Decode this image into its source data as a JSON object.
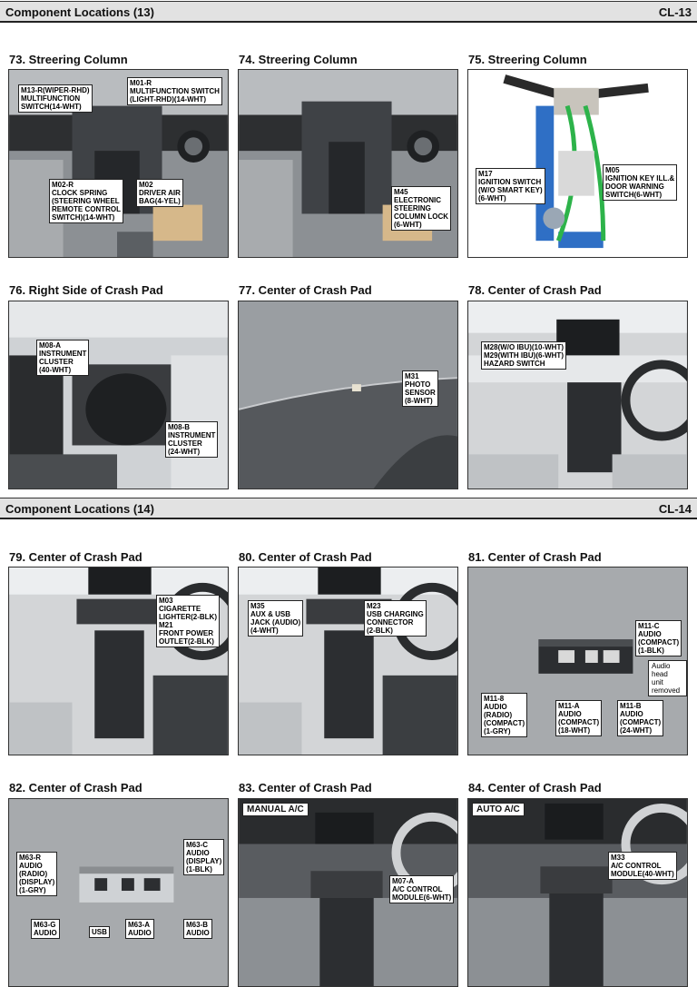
{
  "sections": [
    {
      "title": "Component Locations (13)",
      "code": "CL-13"
    },
    {
      "title": "Component Locations (14)",
      "code": "CL-14"
    }
  ],
  "panels": [
    {
      "title": "73. Streering Column",
      "labels": [
        "M13-R(WIPER-RHD)\nMULTIFUNCTION\nSWITCH(14-WHT)",
        "M01-R\nMULTIFUNCTION SWITCH\n(LIGHT-RHD)(14-WHT)",
        "M02-R\nCLOCK SPRING\n(STEERING WHEEL\nREMOTE CONTROL\nSWITCH)(14-WHT)",
        "M02\nDRIVER AIR\nBAG(4-YEL)"
      ]
    },
    {
      "title": "74. Streering Column",
      "labels": [
        "M45\nELECTRONIC\nSTEERING\nCOLUMN LOCK\n(6-WHT)"
      ]
    },
    {
      "title": "75. Streering Column",
      "labels": [
        "M17\nIGNITION SWITCH\n(W/O SMART KEY)\n(6-WHT)",
        "M05\nIGNITION KEY ILL.&\nDOOR WARNING\nSWITCH(6-WHT)"
      ]
    },
    {
      "title": "76. Right Side of Crash Pad",
      "labels": [
        "M08-A\nINSTRUMENT\nCLUSTER\n(40-WHT)",
        "M08-B\nINSTRUMENT\nCLUSTER\n(24-WHT)"
      ]
    },
    {
      "title": "77. Center of Crash Pad",
      "labels": [
        "M31\nPHOTO\nSENSOR\n(8-WHT)"
      ]
    },
    {
      "title": "78. Center of Crash Pad",
      "labels": [
        "M28(W/O IBU)(10-WHT)\nM29(WITH IBU)(6-WHT)\nHAZARD SWITCH"
      ]
    },
    {
      "title": "79. Center of Crash Pad",
      "labels": [
        "M03\nCIGARETTE\nLIGHTER(2-BLK)\nM21\nFRONT POWER\nOUTLET(2-BLK)"
      ]
    },
    {
      "title": "80. Center of Crash Pad",
      "labels": [
        "M35\nAUX & USB\nJACK (AUDIO)\n(4-WHT)",
        "M23\nUSB CHARGING\nCONNECTOR\n(2-BLK)"
      ]
    },
    {
      "title": "81. Center of Crash Pad",
      "labels": [
        "M11-C\nAUDIO\n(COMPACT)\n(1-BLK)",
        "M11-8\nAUDIO\n(RADIO)\n(COMPACT)\n(1-GRY)",
        "M11-A\nAUDIO\n(COMPACT)\n(18-WHT)",
        "M11-B\nAUDIO\n(COMPACT)\n(24-WHT)"
      ],
      "note": "Audio head\nunit removed"
    },
    {
      "title": "82. Center of Crash Pad",
      "labels": [
        "M63-R\nAUDIO\n(RADIO)\n(DISPLAY)\n(1-GRY)",
        "M63-C\nAUDIO\n(DISPLAY)\n(1-BLK)",
        "M63-G\nAUDIO",
        "USB",
        "M63-A\nAUDIO",
        "M63-B\nAUDIO"
      ]
    },
    {
      "title": "83. Center of Crash Pad",
      "tag": "MANUAL A/C",
      "labels": [
        "M07-A\nA/C CONTROL\nMODULE(6-WHT)"
      ]
    },
    {
      "title": "84. Center of Crash Pad",
      "tag": "AUTO A/C",
      "labels": [
        "M33\nA/C CONTROL\nMODULE(40-WHT)"
      ]
    }
  ]
}
